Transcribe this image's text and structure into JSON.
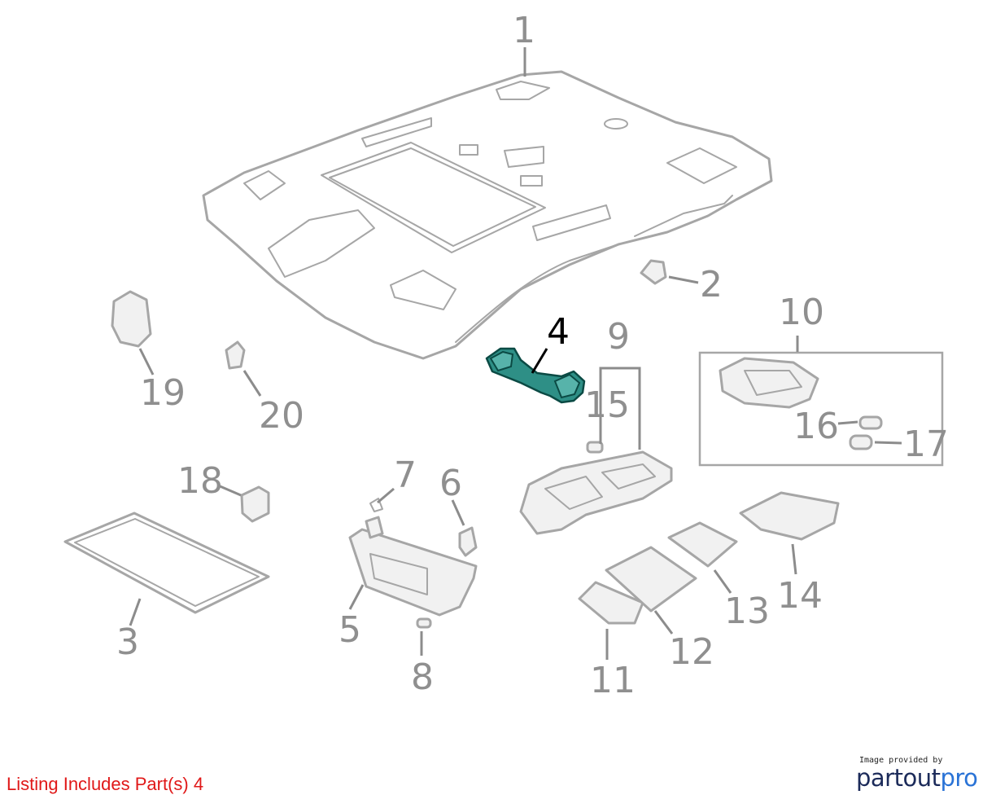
{
  "diagram": {
    "callouts": [
      {
        "id": "1",
        "text": "1"
      },
      {
        "id": "2",
        "text": "2"
      },
      {
        "id": "3",
        "text": "3"
      },
      {
        "id": "4",
        "text": "4",
        "highlighted": true
      },
      {
        "id": "5",
        "text": "5"
      },
      {
        "id": "6",
        "text": "6"
      },
      {
        "id": "7",
        "text": "7"
      },
      {
        "id": "8",
        "text": "8"
      },
      {
        "id": "9",
        "text": "9"
      },
      {
        "id": "10",
        "text": "10"
      },
      {
        "id": "11",
        "text": "11"
      },
      {
        "id": "12",
        "text": "12"
      },
      {
        "id": "13",
        "text": "13"
      },
      {
        "id": "14",
        "text": "14"
      },
      {
        "id": "15",
        "text": "15"
      },
      {
        "id": "16",
        "text": "16"
      },
      {
        "id": "17",
        "text": "17"
      },
      {
        "id": "18",
        "text": "18"
      },
      {
        "id": "19",
        "text": "19"
      },
      {
        "id": "20",
        "text": "20"
      }
    ],
    "highlight_color": "#2e8f86",
    "part_line_color": "#a6a6a6"
  },
  "listing_note": "Listing Includes Part(s) 4",
  "listing_note_color": "#e01818",
  "credit": {
    "small_text": "Image provided by",
    "brand_part1": "partout",
    "brand_part2": "pro",
    "brand_color_dark": "#1c2b5a",
    "brand_color_accent": "#2a73d6"
  }
}
